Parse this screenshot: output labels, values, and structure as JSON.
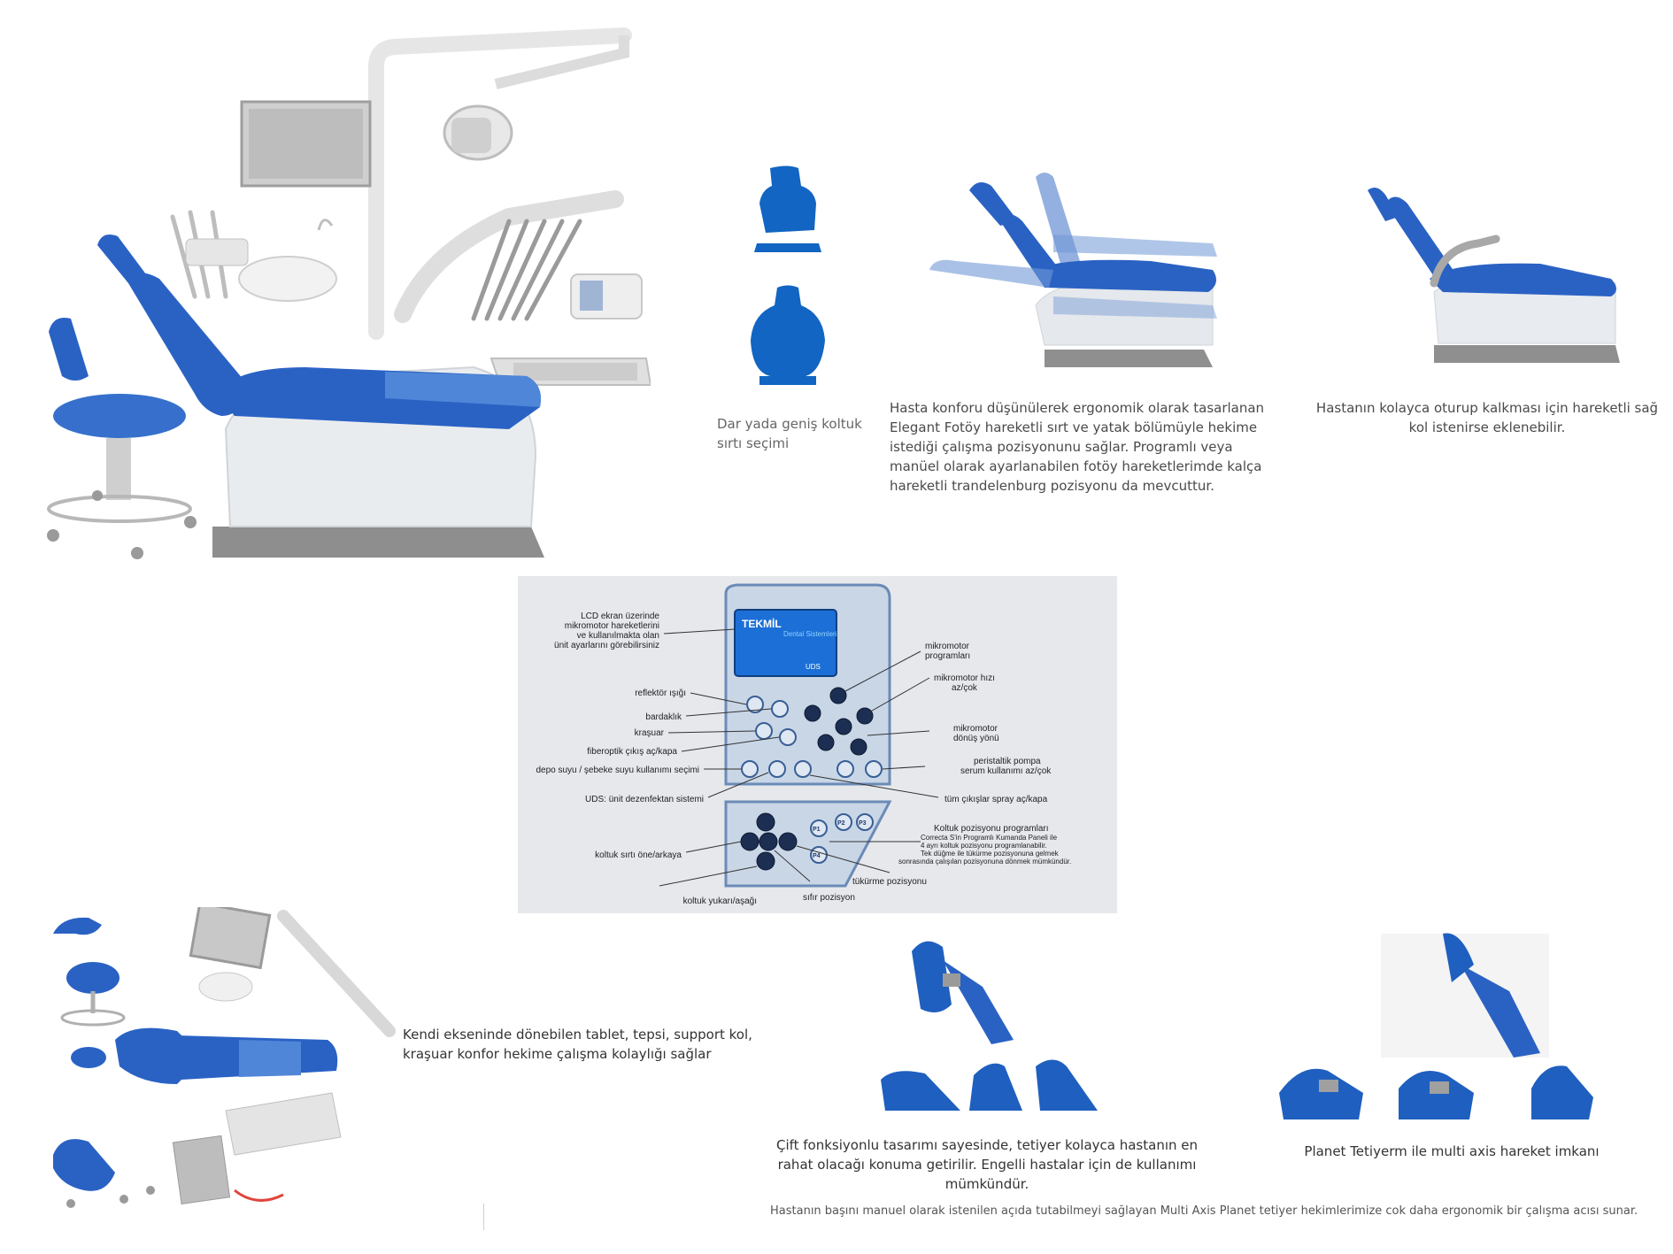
{
  "captions": {
    "backrest": "Dar yada geniş koltuk sırtı seçimi",
    "comfort": "Hasta konforu düşünülerek ergonomik olarak tasarlanan Elegant Fotöy hareketli sırt ve yatak bölümüyle hekime istediği çalışma pozisyonunu sağlar. Programlı veya manüel olarak ayarlanabilen fotöy hareketlerimde kalça hareketli trandelenburg pozisyonu da mevcuttur.",
    "armrest": "Hastanın kolayca oturup kalkması için hareketli sağ kol istenirse eklenebilir.",
    "rotating": "Kendi ekseninde dönebilen tablet, tepsi, support kol, kraşuar konfor hekime çalışma kolaylığı sağlar",
    "headrest_double": "Çift fonksiyonlu tasarımı sayesinde, tetiyer kolayca hastanın en rahat olacağı konuma getirilir. Engelli hastalar için de kullanımı mümkündür.",
    "planet": "Planet Tetiyerm ile multi axis hareket imkanı",
    "multi_axis": "Hastanın başını manuel olarak istenilen açıda tutabilmeyi sağlayan Multi Axis Planet tetiyer hekimlerimize cok daha ergonomik bir çalışma acısı sunar."
  },
  "panel": {
    "screen_brand": "TEKMİL",
    "screen_sub": "Dental Sistemleri",
    "screen_uds": "UDS",
    "labels": {
      "lcd": [
        "LCD ekran üzerinde",
        "mikromotor hareketlerini",
        "ve kullanılmakta olan",
        "ünit ayarlarını görebilirsiniz"
      ],
      "reflector": "reflektör ışığı",
      "glass": "bardaklık",
      "spittoon": "kraşuar",
      "fiberoptic": "fiberoptik çıkış aç/kapa",
      "water": "depo suyu / şebeke suyu kullanımı seçimi",
      "uds": "UDS: ünit dezenfektan sistemi",
      "micro_programs": [
        "mikromotor",
        "programları"
      ],
      "micro_speed": [
        "mikromotor hızı",
        "az/çok"
      ],
      "micro_direction": [
        "mikromotor",
        "dönüş yönü"
      ],
      "peristaltic": [
        "peristaltik pompa",
        "serum kullanımı az/çok"
      ],
      "spray": "tüm çıkışlar spray aç/kapa",
      "chair_programs": [
        "Koltuk pozisyonu programları",
        "Correcta S'in Programlı Kumanda Paneli ile",
        "4 ayrı koltuk pozisyonu programlanabilir.",
        "Tek düğme ile tükürme pozisyonuna gelmek",
        "sonrasında çalışılan pozisyonuna dönmek mümkündür."
      ],
      "backrest_move": "koltuk sırtı öne/arkaya",
      "spit_position": "tükürme pozisyonu",
      "zero_position": "sıfır pozisyon",
      "up_down": "koltuk yukarı/aşağı"
    },
    "program_keys": [
      "P1",
      "P2",
      "P3",
      "P4"
    ]
  },
  "colors": {
    "chair_blue": "#1f5fbf",
    "chair_light_blue": "#4a86d8",
    "base_grey": "#d9dde3",
    "panel_bg": "#e6e8ec",
    "panel_face": "#c9d6e6",
    "lcd_blue": "#1c6fd6"
  }
}
